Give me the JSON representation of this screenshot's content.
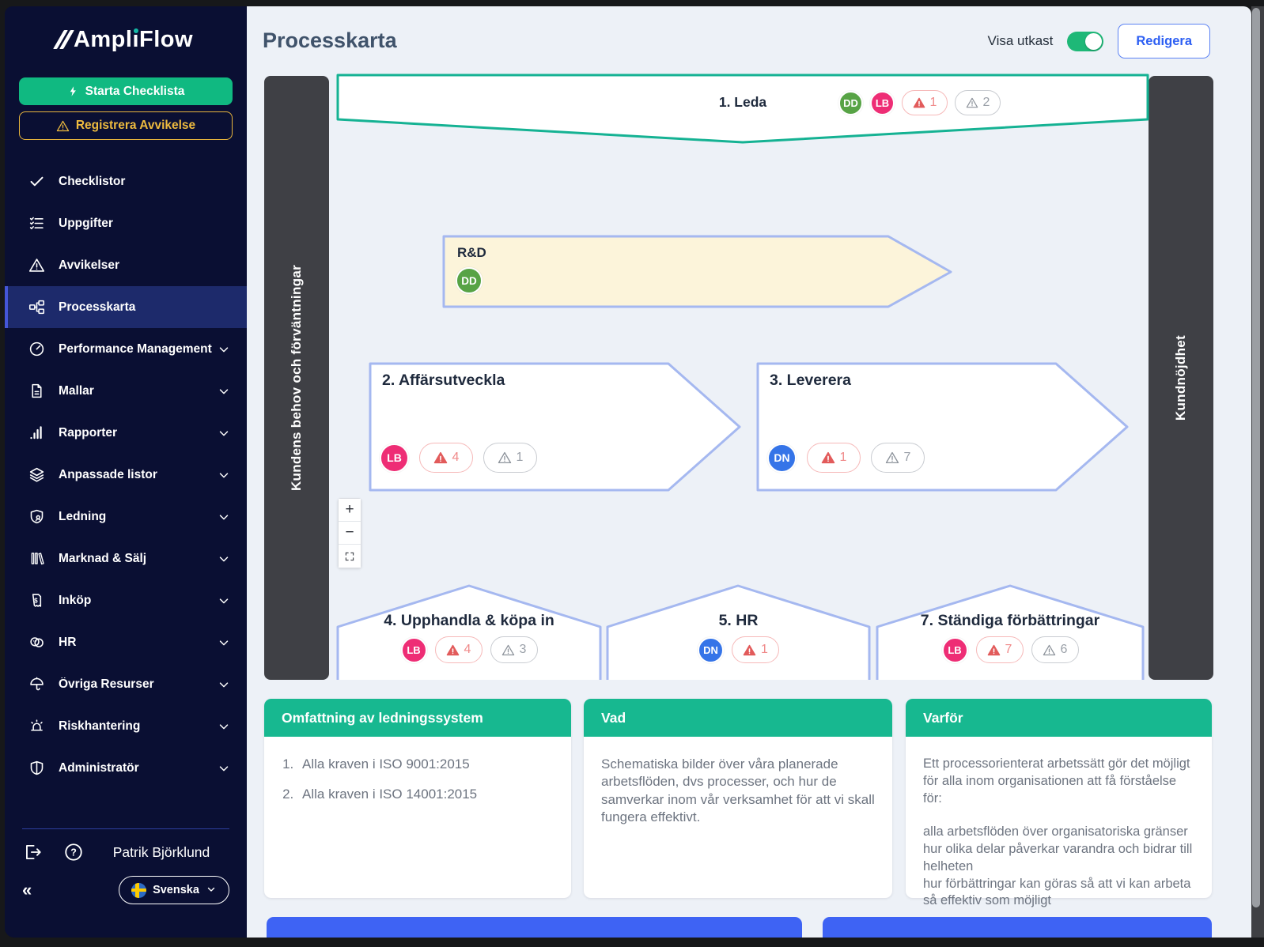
{
  "header": {
    "title": "Processkarta",
    "draft_toggle_label": "Visa utkast",
    "draft_toggle_on": true,
    "edit_button": "Redigera"
  },
  "sidebar": {
    "logo": "AmpliFlow",
    "start_checklist_button": "Starta Checklista",
    "register_deviation_button": "Registrera Avvikelse",
    "items": [
      {
        "label": "Checklistor",
        "icon": "check-icon",
        "active": false
      },
      {
        "label": "Uppgifter",
        "icon": "task-list-icon",
        "active": false
      },
      {
        "label": "Avvikelser",
        "icon": "warning-triangle-icon",
        "active": false
      },
      {
        "label": "Processkarta",
        "icon": "process-map-icon",
        "active": true
      },
      {
        "label": "Performance Management",
        "icon": "gauge-icon",
        "expandable": true
      },
      {
        "label": "Mallar",
        "icon": "document-icon",
        "expandable": true
      },
      {
        "label": "Rapporter",
        "icon": "bar-chart-icon",
        "expandable": true
      },
      {
        "label": "Anpassade listor",
        "icon": "layers-icon",
        "expandable": true
      },
      {
        "label": "Ledning",
        "icon": "shield-user-icon",
        "expandable": true
      },
      {
        "label": "Marknad & Sälj",
        "icon": "books-icon",
        "expandable": true
      },
      {
        "label": "Inköp",
        "icon": "invoice-icon",
        "expandable": true
      },
      {
        "label": "HR",
        "icon": "people-icon",
        "expandable": true
      },
      {
        "label": "Övriga Resurser",
        "icon": "umbrella-icon",
        "expandable": true
      },
      {
        "label": "Riskhantering",
        "icon": "alarm-icon",
        "expandable": true
      },
      {
        "label": "Administratör",
        "icon": "shield-icon",
        "expandable": true
      }
    ],
    "user_name": "Patrik Björklund",
    "language": {
      "label": "Svenska",
      "flag": "swedish-flag"
    }
  },
  "map": {
    "left_rail": "Kundens behov och förväntningar",
    "right_rail": "Kundnöjdhet",
    "zoom_controls": {
      "zoom_in": "+",
      "zoom_out": "−"
    },
    "shapes": [
      {
        "title": "1. Leda",
        "avatars": [
          {
            "initials": "DD",
            "color": "#57a345"
          },
          {
            "initials": "LB",
            "color": "#ee2d75"
          }
        ],
        "error_count": "1",
        "warning_count": "2"
      },
      {
        "title": "R&D",
        "avatars": [
          {
            "initials": "DD",
            "color": "#57a345"
          }
        ]
      },
      {
        "title": "2. Affärsutveckla",
        "avatars": [
          {
            "initials": "LB",
            "color": "#ee2d75"
          }
        ],
        "error_count": "4",
        "warning_count": "1"
      },
      {
        "title": "3. Leverera",
        "avatars": [
          {
            "initials": "DN",
            "color": "#3574e8"
          }
        ],
        "error_count": "1",
        "warning_count": "7"
      },
      {
        "title": "4. Upphandla & köpa in",
        "avatars": [
          {
            "initials": "LB",
            "color": "#ee2d75"
          }
        ],
        "error_count": "4",
        "warning_count": "3"
      },
      {
        "title": "5. HR",
        "avatars": [
          {
            "initials": "DN",
            "color": "#3574e8"
          }
        ],
        "error_count": "1"
      },
      {
        "title": "7. Ständiga förbättringar",
        "avatars": [
          {
            "initials": "LB",
            "color": "#ee2d75"
          }
        ],
        "error_count": "7",
        "warning_count": "6"
      }
    ]
  },
  "cards": [
    {
      "title": "Omfattning av ledningssystem",
      "items": [
        "Alla kraven i ISO 9001:2015",
        "Alla kraven i ISO 14001:2015"
      ]
    },
    {
      "title": "Vad",
      "text": "Schematiska bilder över våra planerade arbetsflöden, dvs processer, och hur de samverkar inom vår verksamhet för att vi skall fungera effektivt."
    },
    {
      "title": "Varför",
      "intro": "Ett processorienterat arbetssätt gör det möjligt för alla inom organisationen att få förståelse för:",
      "points": [
        "alla arbetsflöden över organisatoriska gränser",
        "hur olika delar påverkar varandra och bidrar till helheten",
        "hur förbättringar kan göras så att vi kan arbeta så effektiv som möjligt"
      ]
    }
  ],
  "colors": {
    "sidebar_bg": "#0a0f33",
    "active_item_bg": "#1d2a6b",
    "accent_green": "#10b981",
    "accent_yellow": "#e9b63d",
    "banner_green_border": "#15b293",
    "shape_blue_border": "#a5b8f0",
    "rnd_fill": "#fcf4da",
    "error_red": "#e25b5b",
    "avatar_green": "#57a345",
    "avatar_pink": "#ee2d75",
    "avatar_blue": "#3574e8",
    "card_header_green": "#17b890",
    "primary_blue": "#3e63f4",
    "toggle_green": "#1eb877",
    "edit_blue": "#2d5ff3"
  }
}
